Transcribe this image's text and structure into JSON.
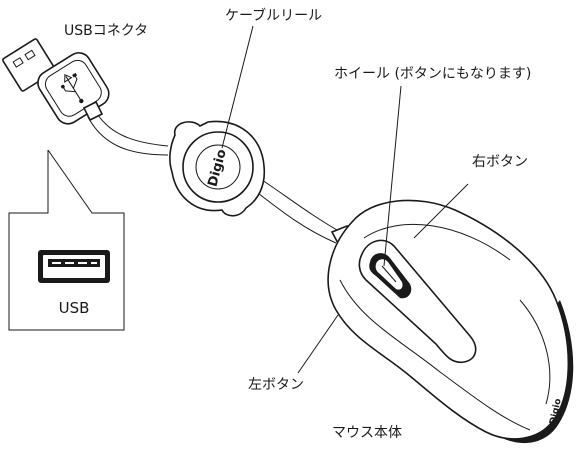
{
  "labels": {
    "usb_connector": "USBコネクタ",
    "cable_reel": "ケーブルリール",
    "wheel": "ホイール (ボタンにもなります)",
    "right_button": "右ボタン",
    "left_button": "左ボタン",
    "mouse_body": "マウス本体",
    "usb_port": "USB"
  },
  "brand": {
    "reel_logo": "Digio",
    "mouse_logo": "Digio"
  }
}
